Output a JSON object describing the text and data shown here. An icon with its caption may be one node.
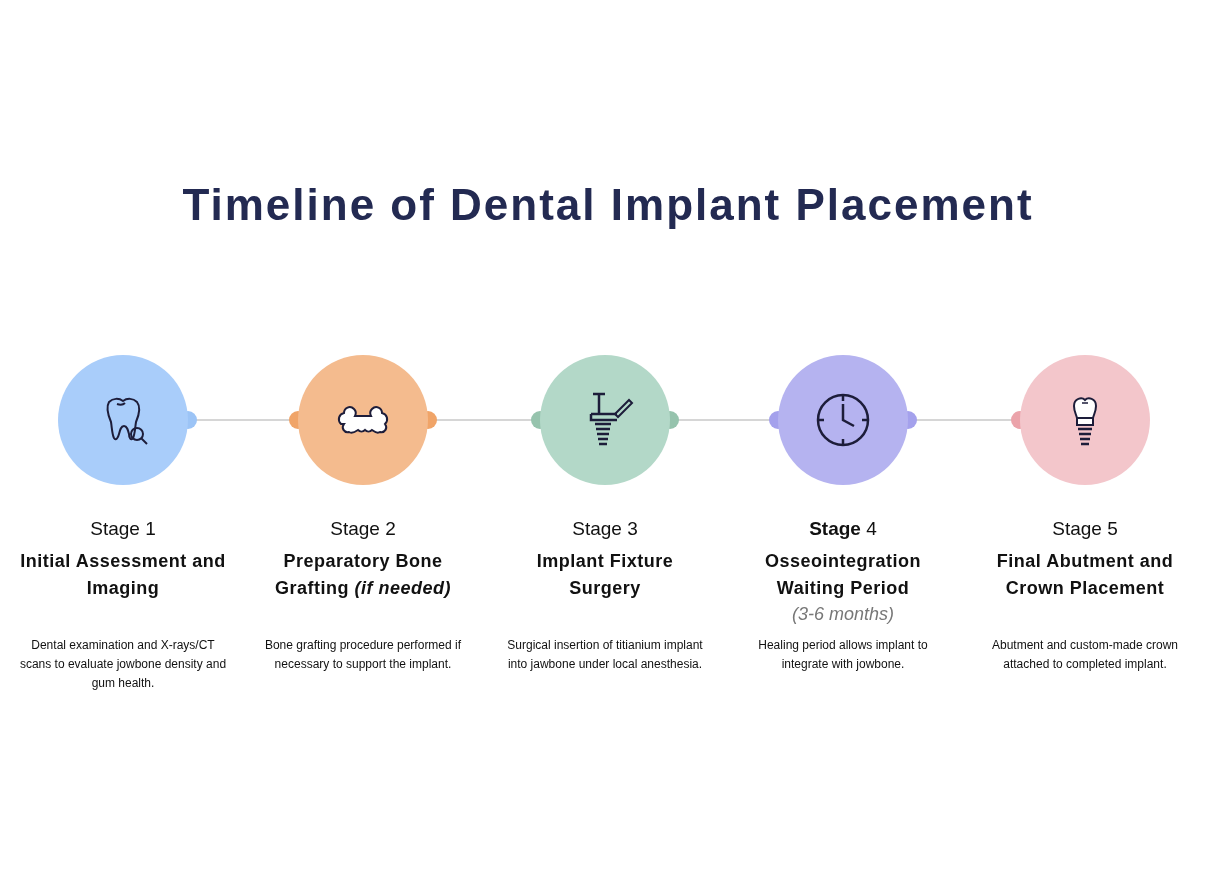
{
  "diagram": {
    "title": "Timeline of Dental Implant Placement",
    "nodes": [
      {
        "text": [],
        "shape": "circle",
        "beside": [
          "Stage 1",
          "Initial Assessment and Imaging",
          "Dental examination and X-rays/CT scans to evaluate jowbone density and gum health."
        ]
      },
      {
        "text": [],
        "shape": "circle",
        "beside": [
          "Stage 2",
          "Preparatory Bone Grafting *(if needed)*",
          "Bone grafting procedure performed if necessary to support the implant."
        ]
      },
      {
        "text": [],
        "shape": "circle",
        "beside": [
          "Stage 3",
          "Implant Fixture Surgery",
          "Surgical insertion of titianium implant into jawbone under local anesthesia."
        ]
      },
      {
        "text": [],
        "shape": "circle",
        "beside": [
          "**Stage** 4",
          "Osseointegration Waiting Period",
          "(3-6 months)",
          "Healing period allows implant to integrate with jowbone."
        ]
      },
      {
        "text": [],
        "shape": "circle",
        "beside": [
          "Stage 5",
          "Final Abutment and Crown Placement",
          "Abutment and custom-made crown attached to completed implant."
        ]
      }
    ],
    "edges": [
      {
        "from": 0,
        "to": 1,
        "arrow": "other"
      },
      {
        "from": 1,
        "to": 2,
        "arrow": "other"
      },
      {
        "from": 2,
        "to": 3,
        "arrow": "other"
      },
      {
        "from": 3,
        "to": 4,
        "arrow": "other"
      }
    ]
  }
}
